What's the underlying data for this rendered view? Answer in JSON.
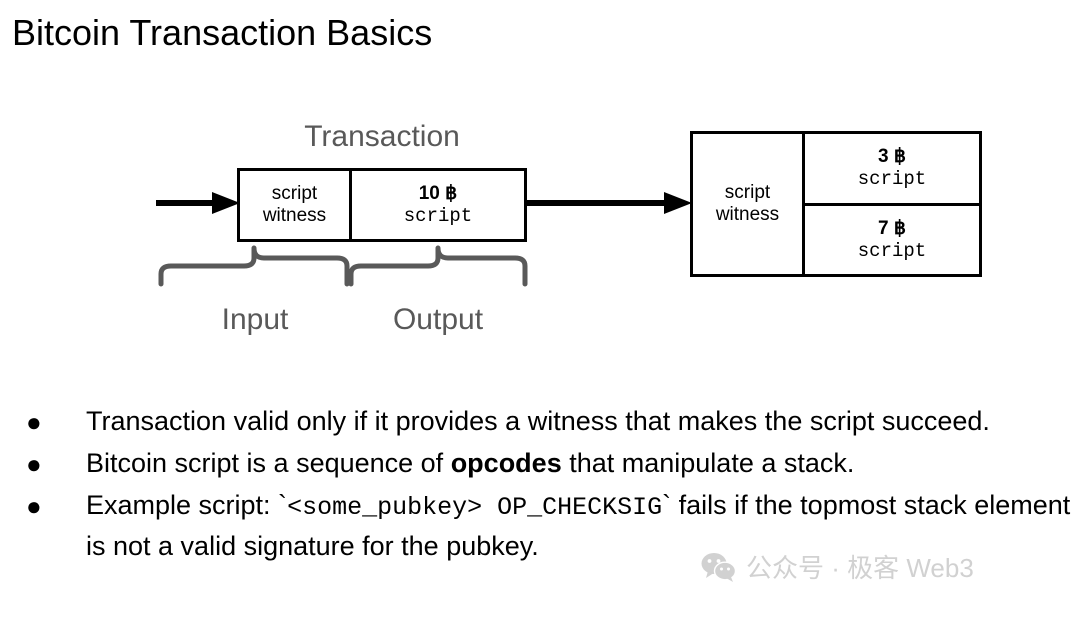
{
  "slide": {
    "title": "Bitcoin Transaction Basics",
    "background_color": "#ffffff",
    "text_color": "#000000",
    "muted_color": "#595959"
  },
  "diagram": {
    "transaction_label": "Transaction",
    "input_brace_label": "Input",
    "output_brace_label": "Output",
    "left_box": {
      "witness_line1": "script",
      "witness_line2": "witness",
      "outputs": [
        {
          "amount": "10 ฿",
          "script": "script"
        }
      ]
    },
    "right_box": {
      "witness_line1": "script",
      "witness_line2": "witness",
      "outputs": [
        {
          "amount": "3 ฿",
          "script": "script"
        },
        {
          "amount": "7 ฿",
          "script": "script"
        }
      ]
    },
    "arrows": [
      {
        "name": "incoming-arrow"
      },
      {
        "name": "spending-arrow"
      }
    ]
  },
  "bullets": [
    {
      "marker": "●",
      "text_before": "Transaction valid only if it provides a witness that makes the script succeed.",
      "bold": "",
      "code": "",
      "text_after": ""
    },
    {
      "marker": "●",
      "text_before": "Bitcoin script is a sequence of ",
      "bold": "opcodes",
      "code": "",
      "text_after": " that manipulate a stack."
    },
    {
      "marker": "●",
      "text_before": "Example script: `",
      "bold": "",
      "code": "<some_pubkey> OP_CHECKSIG",
      "text_after": "`  fails if the topmost stack element is not a valid signature for the pubkey."
    }
  ],
  "watermark": {
    "text": "公众号 · 极客 Web3",
    "icon": "wechat-icon",
    "color": "#9a9a9a"
  }
}
